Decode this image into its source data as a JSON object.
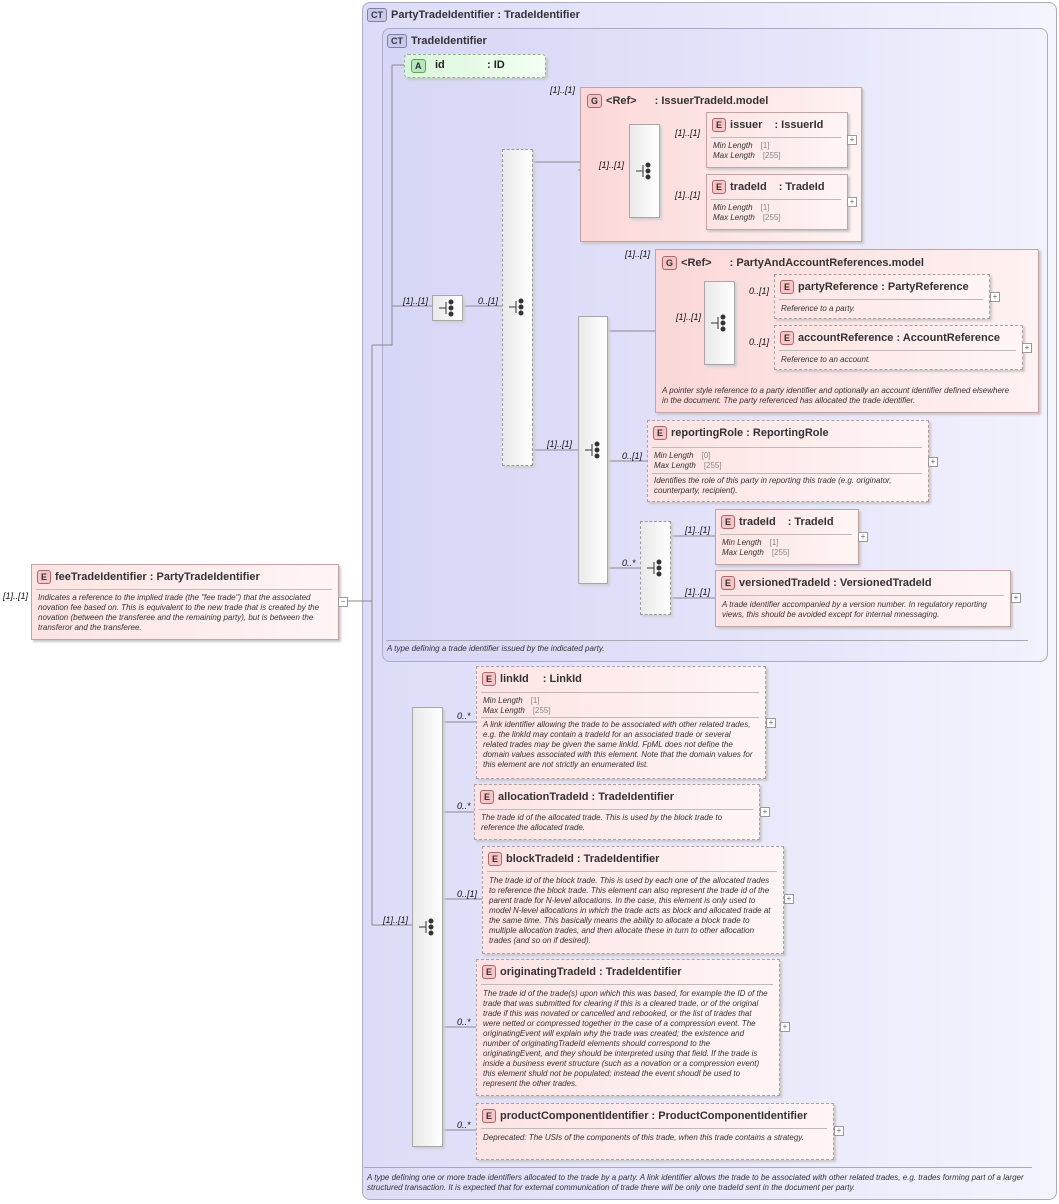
{
  "outer_type": {
    "badge": "CT",
    "title": "PartyTradeIdentifier : TradeIdentifier",
    "doc": "A type defining one or more trade identifiers allocated to the trade by a party. A link identifier allows the trade to be associated with other related trades, e.g. trades forming part of a larger structured transaction. It is expected that for external communication of trade there will be only one tradeId sent in the document per party."
  },
  "inner_type": {
    "badge": "CT",
    "title": "TradeIdentifier",
    "doc": "A type defining a trade identifier issued by the indicated party."
  },
  "root": {
    "badge": "E",
    "title": "feeTradeIdentifier : PartyTradeIdentifier",
    "card": "[1]..[1]",
    "doc": "Indicates a reference to the implied trade (the \"fee trade\") that the associated novation fee based on. This is equivalent to the new trade that is created by the novation (between the transferee and the remaining party), but is between the transferor and the transferee."
  },
  "attribute": {
    "badge": "A",
    "name": "id",
    "type": ": ID"
  },
  "facet_labels": {
    "min": "Min Length",
    "max": "Max Length"
  },
  "issuer_model": {
    "badge": "G",
    "ref": "<Ref>",
    "name": ": IssuerTradeId.model",
    "card": "[1]..[1]",
    "issuer": {
      "badge": "E",
      "name": "issuer",
      "type": ": IssuerId",
      "min": "[1]",
      "max": "[255]",
      "card": "[1]..[1]"
    },
    "tradeId": {
      "badge": "E",
      "name": "tradeId",
      "type": ": TradeId",
      "min": "[1]",
      "max": "[255]",
      "card": "[1]..[1]"
    }
  },
  "party_model": {
    "badge": "G",
    "ref": "<Ref>",
    "name": ": PartyAndAccountReferences.model",
    "card": "[1]..[1]",
    "doc": "A pointer style reference to a party identifier and optionally an account identifier defined elsewhere in the document. The party referenced has allocated the trade identifier.",
    "partyReference": {
      "badge": "E",
      "name": "partyReference : PartyReference",
      "doc": "Reference to a party.",
      "card": "0..[1]"
    },
    "accountReference": {
      "badge": "E",
      "name": "accountReference : AccountReference",
      "doc": "Reference to an account.",
      "card": "0..[1]"
    }
  },
  "reportingRole": {
    "badge": "E",
    "name": "reportingRole : ReportingRole",
    "min": "[0]",
    "max": "[255]",
    "card": "0..[1]",
    "doc": "Identifies the role of this party in reporting this trade (e.g. originator, counterparty, recipient)."
  },
  "tradeId2": {
    "badge": "E",
    "name": "tradeId",
    "type": ": TradeId",
    "min": "[1]",
    "max": "[255]",
    "card": "[1]..[1]"
  },
  "versionedTradeId": {
    "badge": "E",
    "name": "versionedTradeId : VersionedTradeId",
    "card": "[1]..[1]",
    "doc": "A trade identifier accompanied by a version number. In regulatory reporting views, this should be avoided except for internal mnessaging."
  },
  "cards": {
    "seq_main": "[1]..[1]",
    "choice_outer": "0..[1]",
    "seq_party": "[1]..[1]",
    "choice_inner": "0..*",
    "seq_bottom": "[1]..[1]"
  },
  "linkId": {
    "badge": "E",
    "name": "linkId",
    "type": ": LinkId",
    "min": "[1]",
    "max": "[255]",
    "card": "0..*",
    "doc": "A link identifier allowing the trade to be associated with other related trades, e.g. the linkId may contain a tradeId for an associated trade or several related trades may be given the same linkId. FpML does not define the domain values associated with this element. Note that the domain values for this element are not strictly an enumerated list."
  },
  "allocationTradeId": {
    "badge": "E",
    "name": "allocationTradeId : TradeIdentifier",
    "card": "0..*",
    "doc": "The trade id of the allocated trade. This is used by the block trade to reference the allocated trade."
  },
  "blockTradeId": {
    "badge": "E",
    "name": "blockTradeId : TradeIdentifier",
    "card": "0..[1]",
    "doc": "The trade id of the block trade. This is used by each one of the allocated trades to reference the block trade. This element can also represent the trade id of the parent trade for N-level allocations. In the case, this element is only used to model N-level allocations in which the trade acts as block and allocated trade at the same time. This basically means the ability to allocate a block trade to multiple allocation trades, and then allocate these in turn to other allocation trades (and so on if desired)."
  },
  "originatingTradeId": {
    "badge": "E",
    "name": "originatingTradeId : TradeIdentifier",
    "card": "0..*",
    "doc": "The trade id of the trade(s) upon which this was based, for example the ID of the trade that was submitted for clearing if this is a cleared trade, or of the original trade if this was novated or cancelled and rebooked, or the list of trades that were netted or compressed together in the case of a compression event. The originatingEvent will explain why the trade was created; the existence and number of originatingTradeId elements should correspond to the originatingEvent, and they should be interpreted using that field. If the trade is inside a business event structure (such as a novation or a compression event) this element shuld not be populated; instead the event shoudl be used to represent the other trades."
  },
  "productComponentIdentifier": {
    "badge": "E",
    "name": "productComponentIdentifier : ProductComponentIdentifier",
    "card": "0..*",
    "doc": "Deprecated: The USIs of the components of this trade, when this trade contains a strategy."
  }
}
